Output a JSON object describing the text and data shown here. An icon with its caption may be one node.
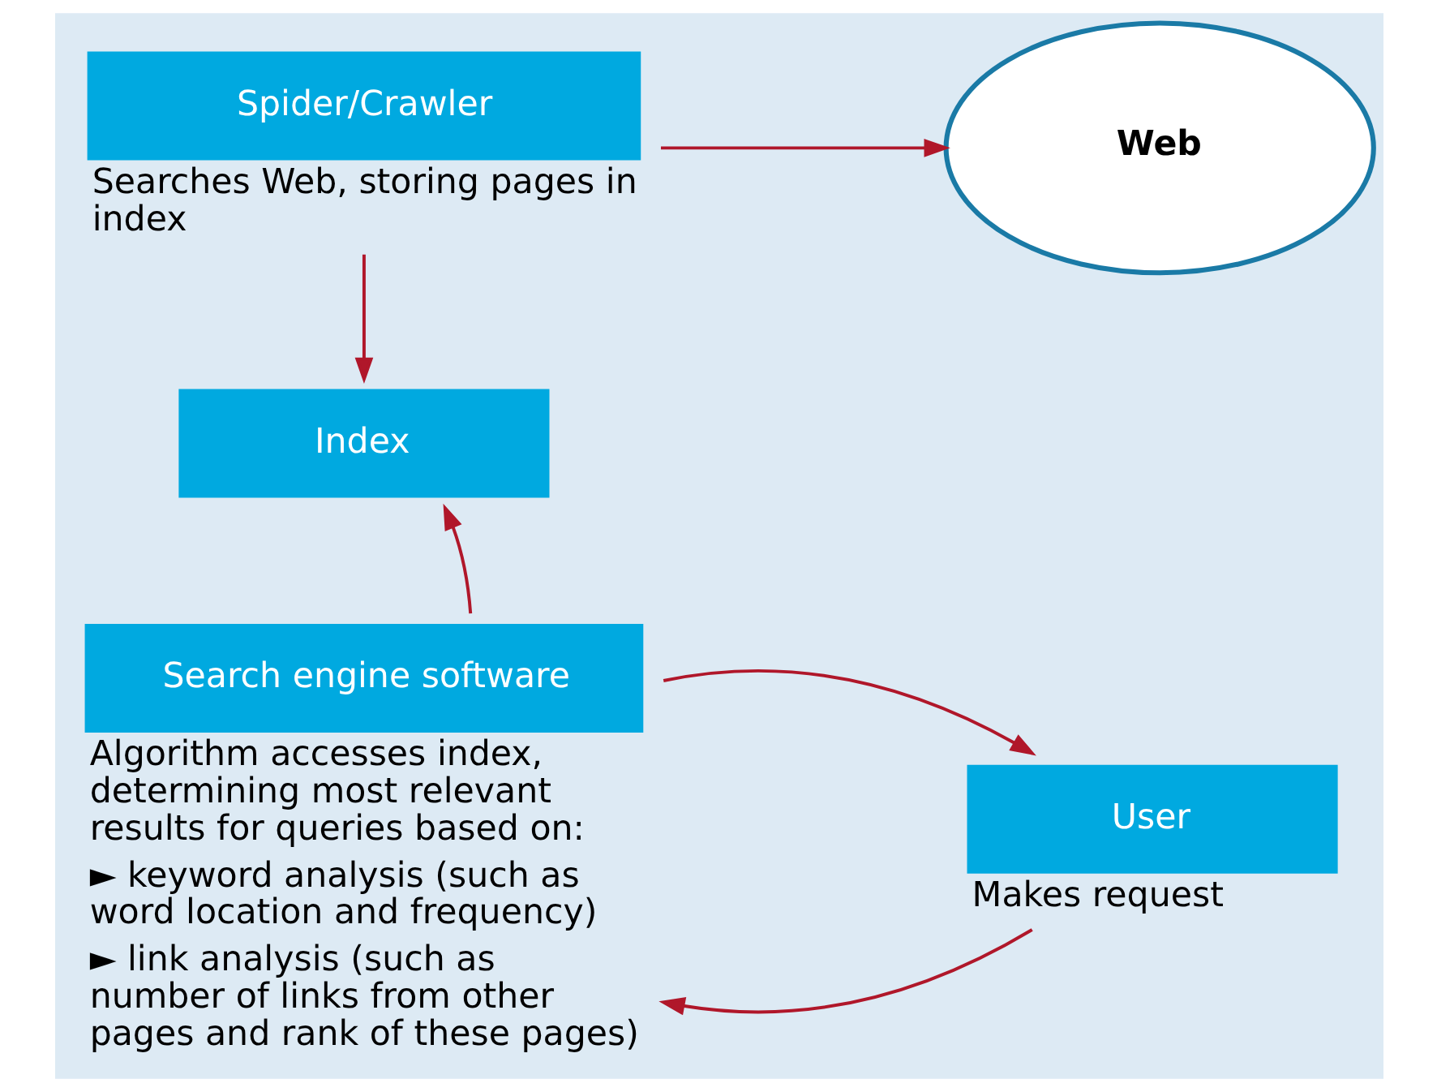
{
  "diagram": {
    "nodes": [
      {
        "text": [
          "Spider/Crawler"
        ],
        "beside": [
          "Searches Web, storing pages in index"
        ]
      },
      {
        "text": [
          "Web"
        ]
      },
      {
        "text": [
          "Index"
        ]
      },
      {
        "text": [
          "Search engine software"
        ],
        "beside": [
          "Algorithm accesses index, determining most relevant results for queries based on:",
          "► keyword analysis (such as word location and frequency)",
          "► link analysis (such as number of links from other pages and rank of these pages)"
        ]
      },
      {
        "text": [
          "User"
        ],
        "beside": [
          "Makes request"
        ]
      }
    ],
    "edges": [
      {
        "from": 0,
        "to": 1,
        "arrow": "to"
      },
      {
        "from": 0,
        "to": 2,
        "arrow": "to"
      },
      {
        "from": 3,
        "to": 2,
        "arrow": "to"
      },
      {
        "from": 4,
        "to": 3,
        "arrow": "to"
      },
      {
        "from": 3,
        "to": 4,
        "arrow": "to"
      }
    ]
  }
}
